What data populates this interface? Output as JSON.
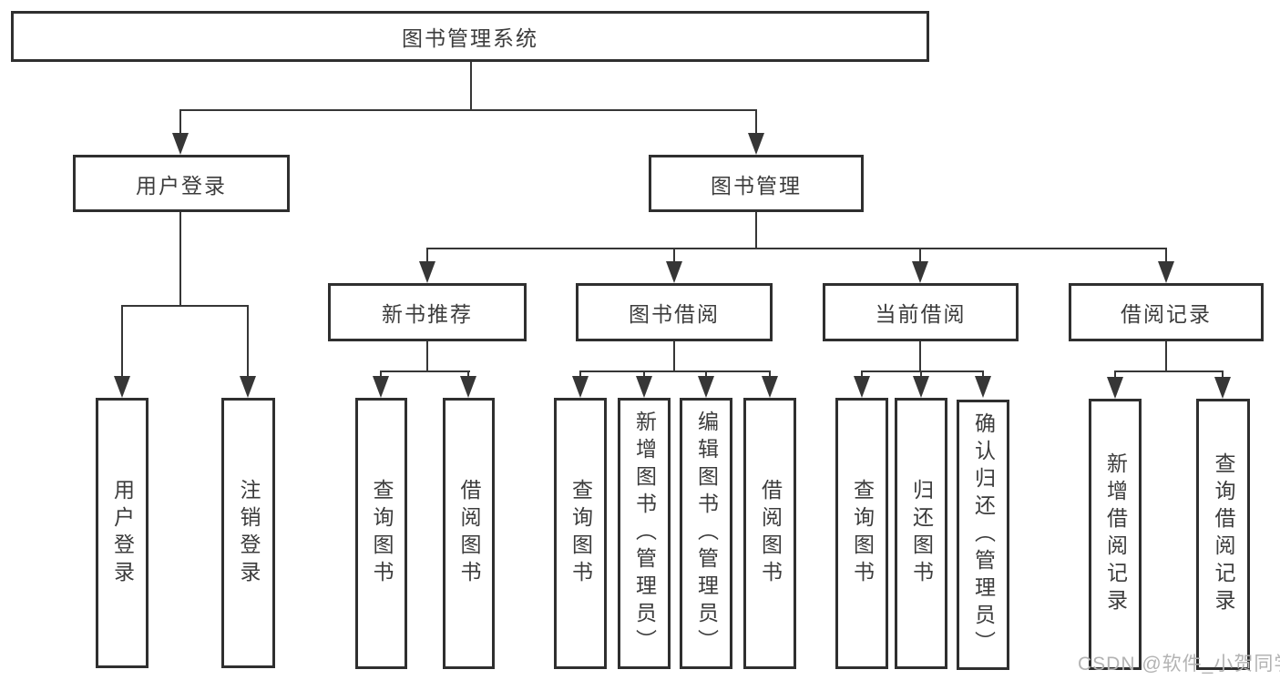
{
  "diagram": {
    "title": "图书管理系统",
    "watermark": "CSDN @软件_小贺同学",
    "colors": {
      "line": "#363636",
      "box_border": "#2f2f2f",
      "text": "#3c3c3c",
      "watermark": "#b3b3b3",
      "background": "#ffffff"
    },
    "level1": {
      "user_login": {
        "label": "用户登录",
        "children": [
          "用户登录",
          "注销登录"
        ]
      },
      "book_management": {
        "label": "图书管理"
      }
    },
    "level2": {
      "new_book_recommendation": {
        "label": "新书推荐",
        "children": [
          "查询图书",
          "借阅图书"
        ]
      },
      "book_borrowing": {
        "label": "图书借阅",
        "children": [
          "查询图书",
          "新增图书（管理员）",
          "编辑图书（管理员）",
          "借阅图书"
        ]
      },
      "current_borrowing": {
        "label": "当前借阅",
        "children": [
          "查询图书",
          "归还图书",
          "确认归还（管理员）"
        ]
      },
      "borrowing_records": {
        "label": "借阅记录",
        "children": [
          "新增借阅记录",
          "查询借阅记录"
        ]
      }
    }
  }
}
